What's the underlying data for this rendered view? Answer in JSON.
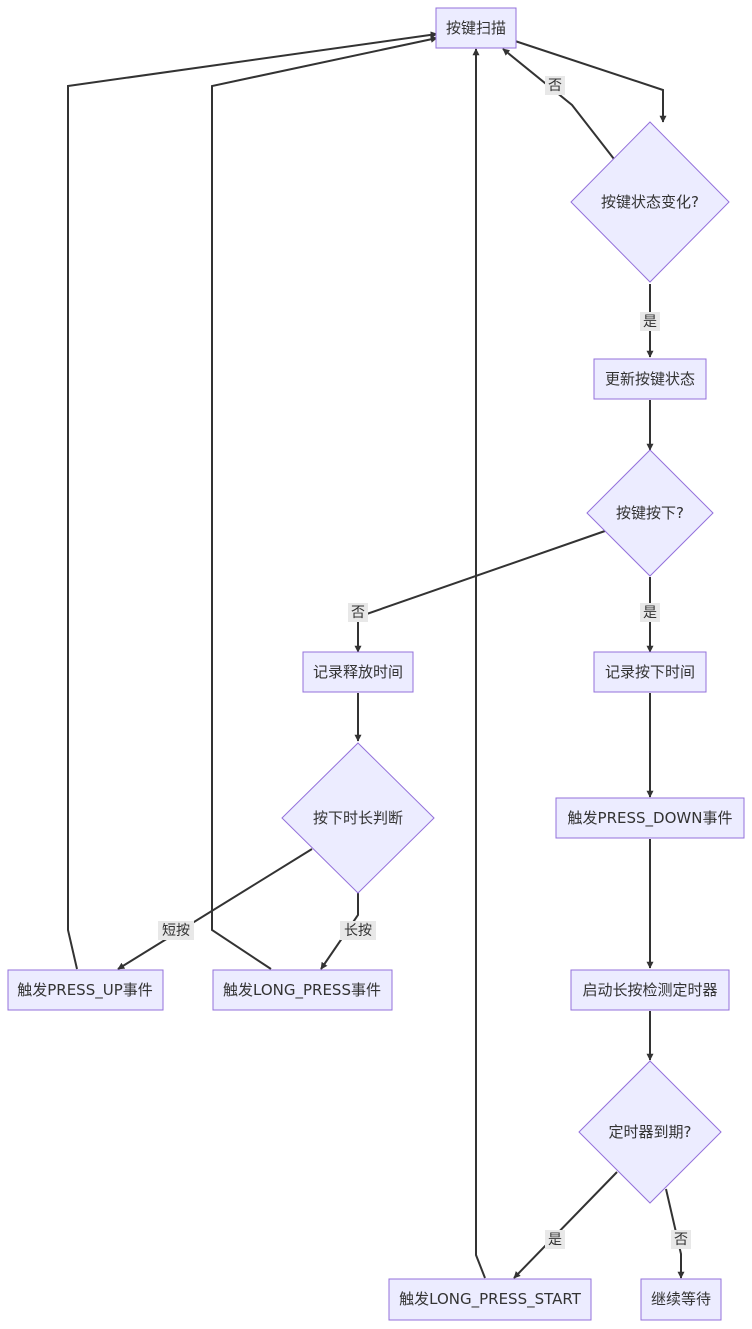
{
  "nodes": {
    "scan": "按键扫描",
    "state_changed": "按键状态变化?",
    "update_state": "更新按键状态",
    "pressed": "按键按下?",
    "record_release": "记录释放时间",
    "record_press": "记录按下时间",
    "duration_judge": "按下时长判断",
    "trigger_press_down": "触发PRESS_DOWN事件",
    "trigger_press_up": "触发PRESS_UP事件",
    "trigger_long_press": "触发LONG_PRESS事件",
    "start_timer": "启动长按检测定时器",
    "timer_expired": "定时器到期?",
    "trigger_long_press_start": "触发LONG_PRESS_START",
    "keep_waiting": "继续等待"
  },
  "edge_labels": {
    "changed_no": "否",
    "changed_yes": "是",
    "pressed_no": "否",
    "pressed_yes": "是",
    "short_press": "短按",
    "long_press": "长按",
    "timer_yes": "是",
    "timer_no": "否"
  }
}
